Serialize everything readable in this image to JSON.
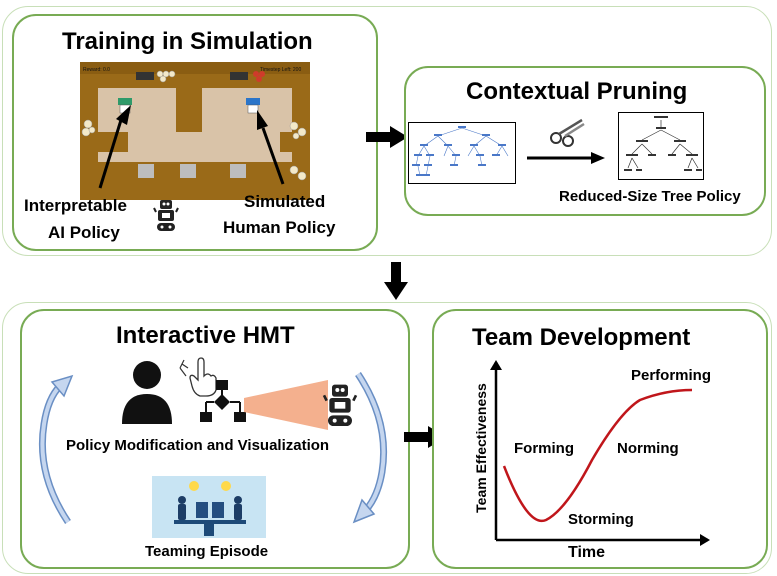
{
  "sim": {
    "title": "Training in Simulation",
    "ai_policy_line1": "Interpretable",
    "ai_policy_line2": "AI Policy",
    "human_policy_line1": "Simulated",
    "human_policy_line2": "Human Policy"
  },
  "prune": {
    "title": "Contextual Pruning",
    "reduced_label": "Reduced-Size Tree Policy"
  },
  "hmt": {
    "title": "Interactive HMT",
    "modification_label": "Policy Modification and Visualization",
    "episode_label": "Teaming Episode"
  },
  "team": {
    "title": "Team Development",
    "ylabel": "Team Effectiveness",
    "xlabel": "Time",
    "stages": {
      "forming": "Forming",
      "storming": "Storming",
      "norming": "Norming",
      "performing": "Performing"
    }
  },
  "colors": {
    "box_border": "#78ab54",
    "outer_border": "#c8dfb8",
    "curve": "#c0161b",
    "kitchen_floor": "#9a6a18",
    "counter": "#d9c3a8",
    "beam": "#f4b08e"
  },
  "icons": [
    "person-icon",
    "hand-gesture-icon",
    "flowchart-icon",
    "robot-icon",
    "scissors-icon",
    "cycle-arrow-icon",
    "right-arrow-icon",
    "down-arrow-icon"
  ]
}
